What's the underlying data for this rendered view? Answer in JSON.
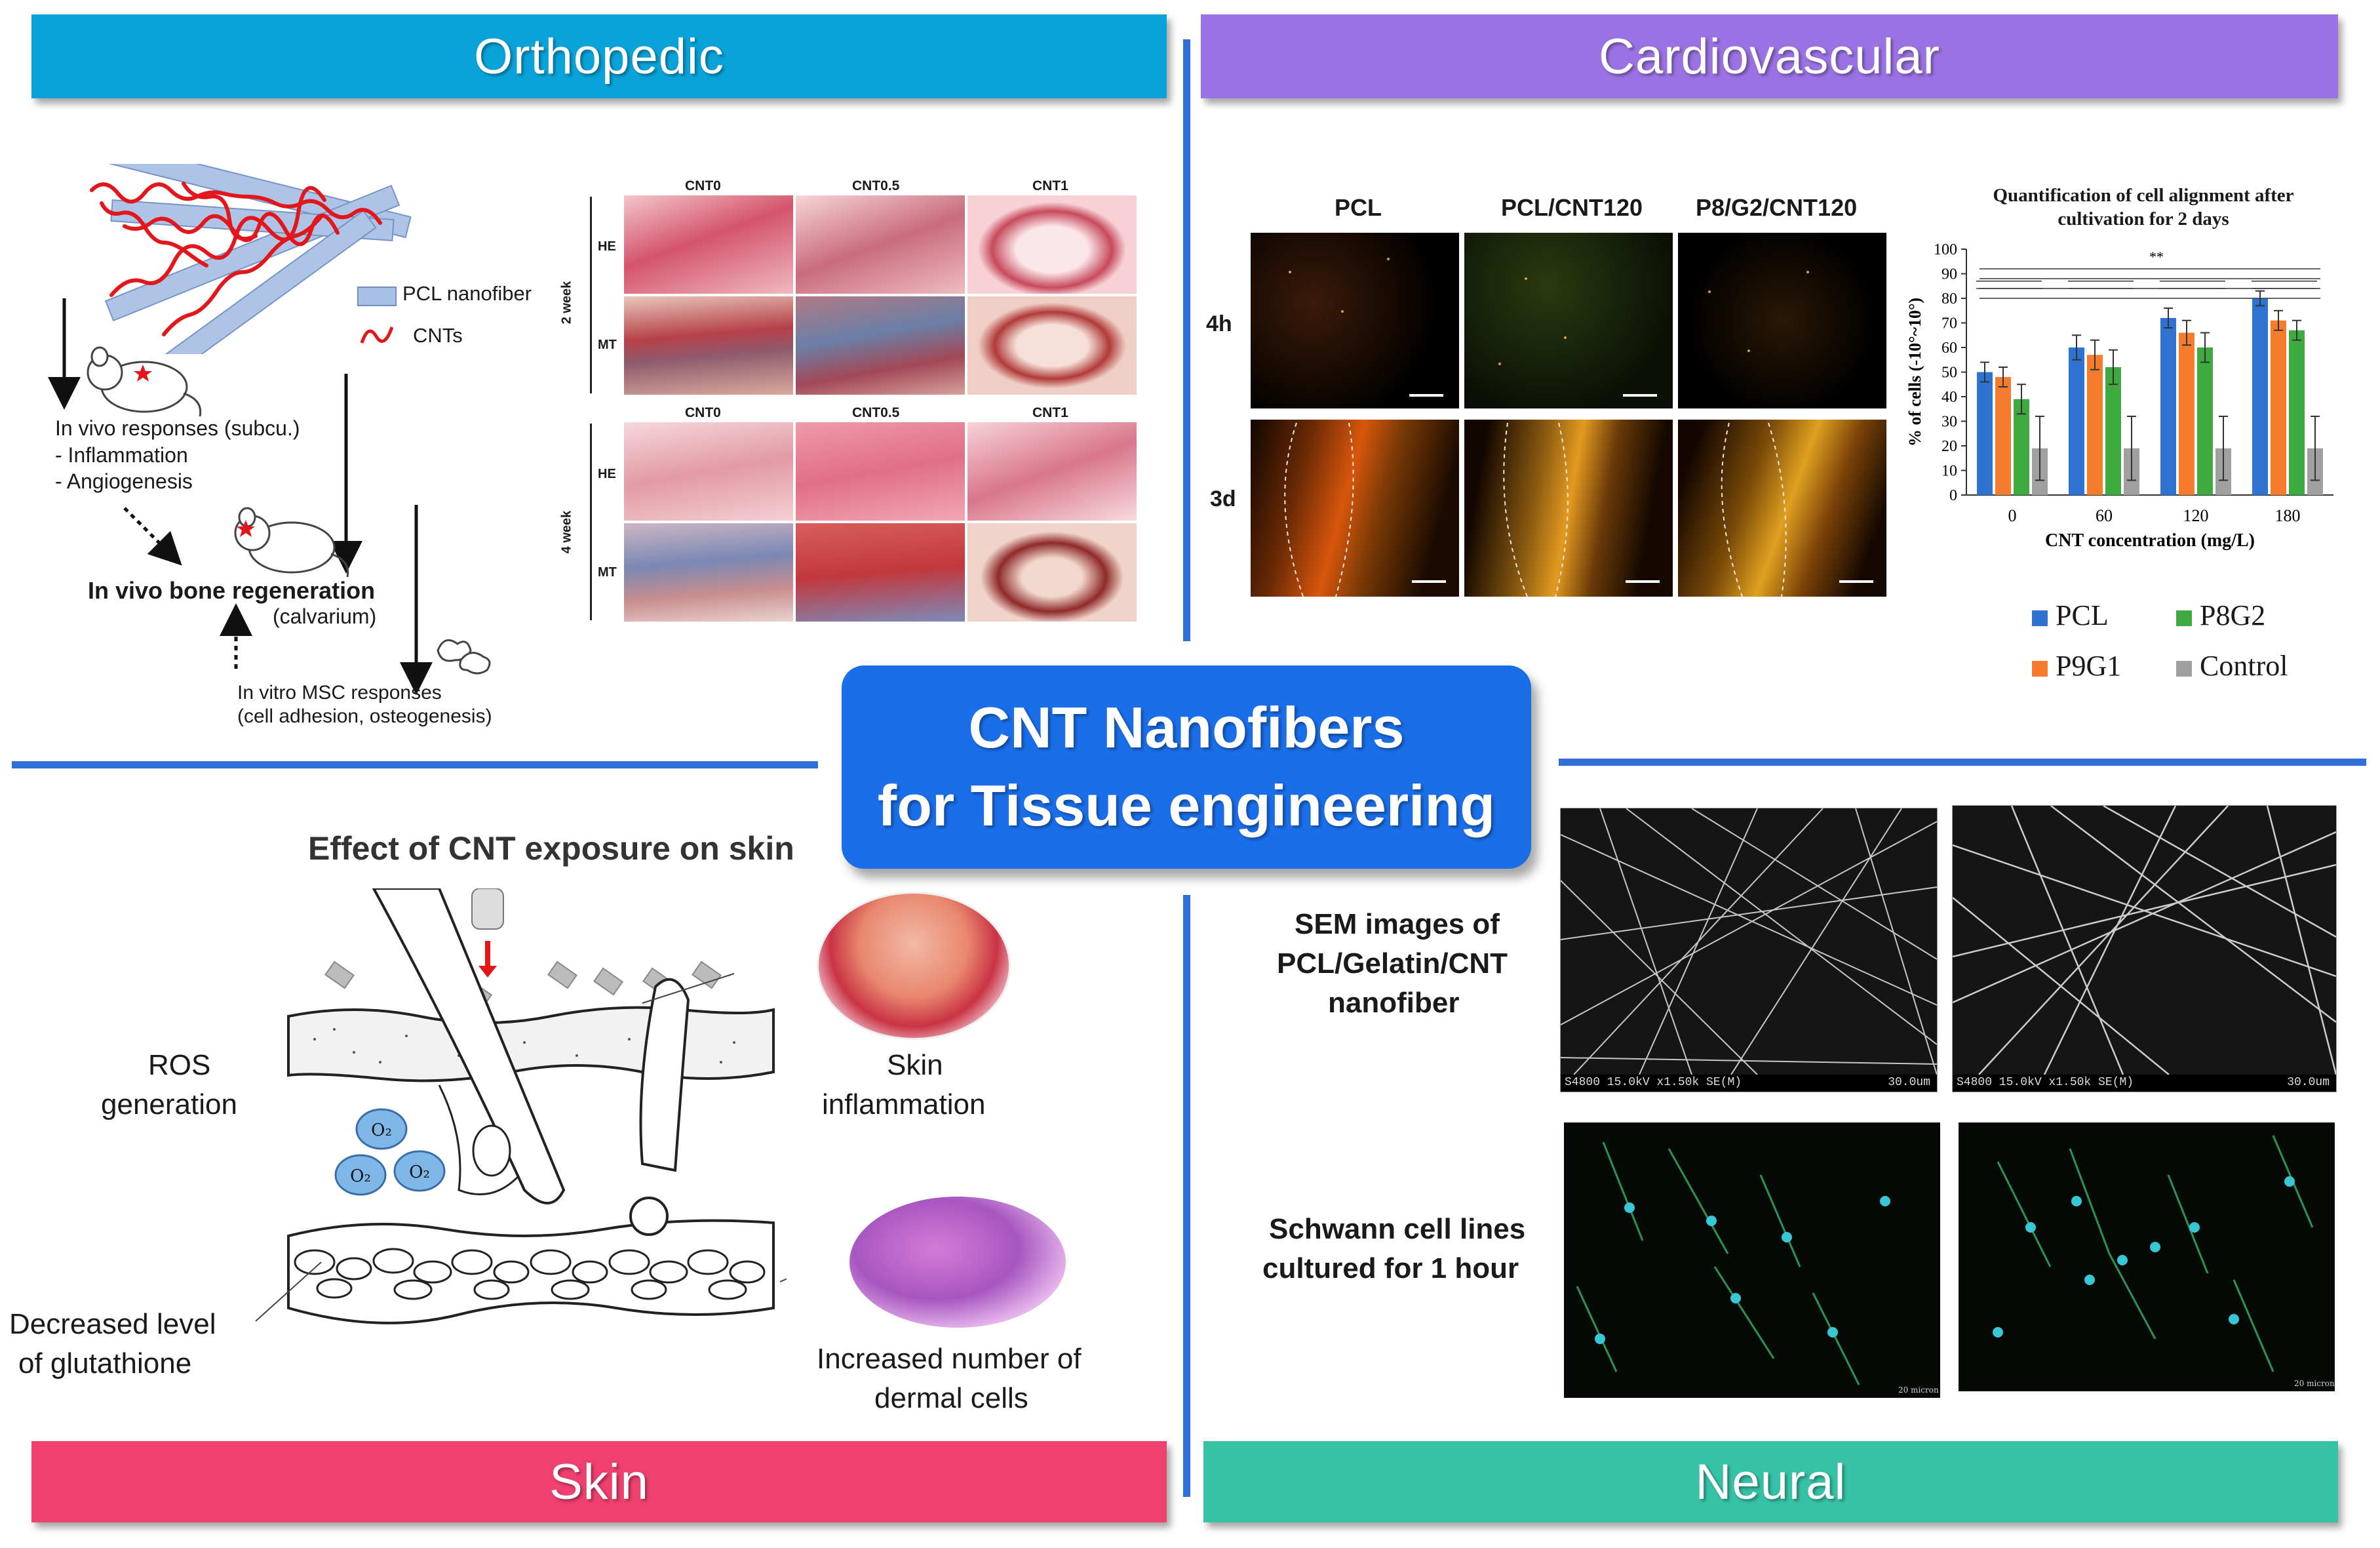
{
  "colors": {
    "orthopedic": "#0aa3d9",
    "cardiovascular": "#9b72e3",
    "skin": "#f0406f",
    "neural": "#36c2a6",
    "center": "#1a6ee8",
    "divider": "#2f6fd6",
    "pcl": "#2e72d2",
    "p9g1": "#f47c2c",
    "p8g2": "#3faa3f",
    "control": "#a0a0a0"
  },
  "sections": {
    "orthopedic": "Orthopedic",
    "cardiovascular": "Cardiovascular",
    "skin": "Skin",
    "neural": "Neural"
  },
  "center": {
    "line1": "CNT Nanofibers",
    "line2": "for Tissue engineering"
  },
  "ortho": {
    "legend_pcl": "PCL nanofiber",
    "legend_cnt": "CNTs",
    "invivo_line1": "In vivo responses (subcu.)",
    "invivo_line2": "- Inflammation",
    "invivo_line3": "- Angiogenesis",
    "bone_title": "In vivo bone regeneration",
    "bone_sub": "(calvarium)",
    "msc_line1": "In vitro MSC responses",
    "msc_line2": "(cell adhesion, osteogenesis)",
    "col_labels": [
      "CNT0",
      "CNT0.5",
      "CNT1"
    ],
    "row_labels": [
      "HE",
      "MT",
      "HE",
      "MT"
    ],
    "week_labels": [
      "2 week",
      "4 week"
    ]
  },
  "cardio": {
    "col_labels": [
      "PCL",
      "PCL/CNT120",
      "P8/G2/CNT120"
    ],
    "row_labels": [
      "4h",
      "3d"
    ]
  },
  "chart_data": {
    "type": "bar",
    "title": "Quantification of cell alignment after cultivation for 2 days",
    "xlabel": "CNT concentration (mg/L)",
    "ylabel": "% of cells (-10°~10°)",
    "ylim": [
      0,
      100
    ],
    "yticks": [
      0,
      10,
      20,
      30,
      40,
      50,
      60,
      70,
      80,
      90,
      100
    ],
    "categories": [
      "0",
      "60",
      "120",
      "180"
    ],
    "series": [
      {
        "name": "PCL",
        "values": [
          50,
          60,
          72,
          80
        ],
        "errors": [
          4,
          5,
          4,
          3
        ]
      },
      {
        "name": "P9G1",
        "values": [
          48,
          57,
          66,
          71
        ],
        "errors": [
          4,
          6,
          5,
          4
        ]
      },
      {
        "name": "P8G2",
        "values": [
          39,
          52,
          60,
          67
        ],
        "errors": [
          6,
          7,
          6,
          4
        ]
      },
      {
        "name": "Control",
        "values": [
          19,
          19,
          19,
          19
        ],
        "errors": [
          13,
          13,
          13,
          13
        ]
      }
    ],
    "annotation": "**",
    "legend_position": "bottom"
  },
  "skin": {
    "title": "Effect of CNT exposure on skin",
    "ros_line1": "ROS",
    "ros_line2": "generation",
    "gsh_line1": "Decreased level",
    "gsh_line2": "of glutathione",
    "inflam_line1": "Skin",
    "inflam_line2": "inflammation",
    "dermal_line1": "Increased number of",
    "dermal_line2": "dermal cells",
    "o2_label": "O₂"
  },
  "neural": {
    "sem_line1": "SEM images of",
    "sem_line2": "PCL/Gelatin/CNT",
    "sem_line3": "nanofiber",
    "schwann_line1": "Schwann cell lines",
    "schwann_line2": "cultured for 1 hour",
    "sem_caption": "S4800 15.0kV x1.50k SE(M)",
    "sem_scale": "30.0um",
    "fluo_scale": "20 micron"
  }
}
